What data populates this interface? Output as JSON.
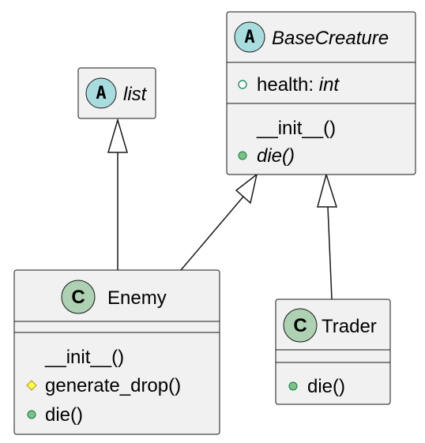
{
  "colors": {
    "box_fill": "#f1f1f1",
    "border": "#181818",
    "abstract_badge": "#a9dcdf",
    "class_badge": "#add1b2",
    "public_method": "#84be84",
    "public_field": "#ffffff",
    "protected_method": "#ffff44"
  },
  "classes": {
    "list": {
      "stereotype": "A",
      "name": "list",
      "badge_icon": "abstract-badge-icon"
    },
    "base_creature": {
      "stereotype": "A",
      "name": "BaseCreature",
      "badge_icon": "abstract-badge-icon",
      "fields": [
        {
          "name": "health: ",
          "type": "int",
          "visibility": "public",
          "icon": "open-circle-icon"
        }
      ],
      "methods": [
        {
          "name": "__init__()",
          "visibility": "none"
        },
        {
          "name": "die()",
          "visibility": "public",
          "abstract": true,
          "icon": "filled-circle-icon"
        }
      ]
    },
    "enemy": {
      "stereotype": "C",
      "name": "Enemy",
      "badge_icon": "class-badge-icon",
      "methods": [
        {
          "name": "__init__()",
          "visibility": "none"
        },
        {
          "name": "generate_drop()",
          "visibility": "protected",
          "icon": "diamond-icon"
        },
        {
          "name": "die()",
          "visibility": "public",
          "icon": "filled-circle-icon"
        }
      ]
    },
    "trader": {
      "stereotype": "C",
      "name": "Trader",
      "badge_icon": "class-badge-icon",
      "methods": [
        {
          "name": "die()",
          "visibility": "public",
          "icon": "filled-circle-icon"
        }
      ]
    }
  },
  "relations": [
    {
      "from": "Enemy",
      "to": "list",
      "kind": "inheritance"
    },
    {
      "from": "Enemy",
      "to": "BaseCreature",
      "kind": "inheritance"
    },
    {
      "from": "Trader",
      "to": "BaseCreature",
      "kind": "inheritance"
    }
  ]
}
